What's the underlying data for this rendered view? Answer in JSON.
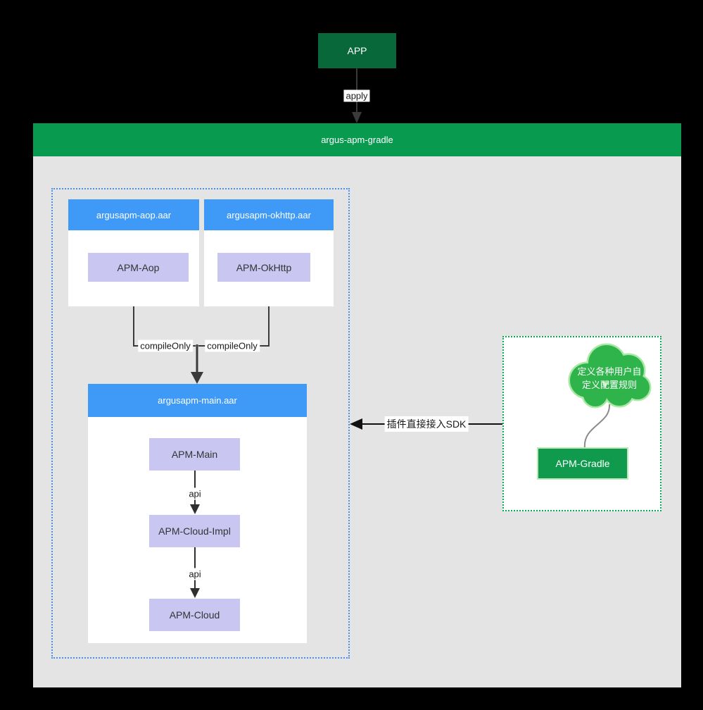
{
  "diagram": {
    "app": {
      "label": "APP"
    },
    "apply_edge": {
      "label": "apply"
    },
    "banner": {
      "label": "argus-apm-gradle"
    },
    "sdk_group": {
      "aop_card": {
        "title": "argusapm-aop.aar",
        "module": "APM-Aop"
      },
      "okhttp_card": {
        "title": "argusapm-okhttp.aar",
        "module": "APM-OkHttp"
      },
      "edges": {
        "compile_only_left": "compileOnly",
        "compile_only_right": "compileOnly",
        "api_1": "api",
        "api_2": "api"
      },
      "main_card": {
        "title": "argusapm-main.aar",
        "modules": [
          "APM-Main",
          "APM-Cloud-Impl",
          "APM-Cloud"
        ]
      }
    },
    "plugin_group": {
      "cloud_note": {
        "line1": "定义各种用户自",
        "line2": "定义配置规则"
      },
      "gradle": {
        "label": "APM-Gradle"
      }
    },
    "sdk_edge": {
      "label": "插件直接接入SDK"
    },
    "colors": {
      "page_background": "#000000",
      "canvas_gray": "#e4e4e4",
      "banner_green": "#089a4f",
      "app_dark_green": "#08683a",
      "card_header_blue": "#3e9af6",
      "module_lavender": "#c9c6f1",
      "cloud_green": "#2eb44b",
      "gradle_green": "#0f9a4d",
      "dotted_border_blue": "#4b8df2",
      "dotted_border_green": "#00b050",
      "edge_dark": "#3a3a3a"
    }
  }
}
